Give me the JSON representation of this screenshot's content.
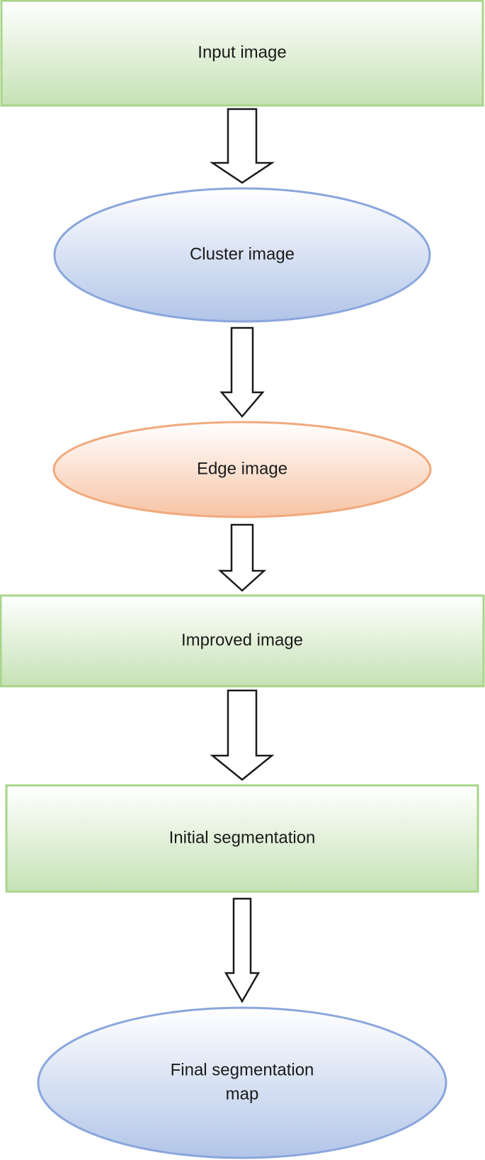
{
  "colors": {
    "green_fill_top": "#ffffff",
    "green_fill_bottom": "#c6e2b5",
    "green_stroke": "#a8d58a",
    "blue_fill_top": "#ffffff",
    "blue_fill_bottom": "#b2c5e8",
    "blue_stroke": "#8aa6dc",
    "orange_fill_top": "#ffffff",
    "orange_fill_bottom": "#f7c4a5",
    "orange_stroke": "#f1a97d",
    "arrow_stroke": "#1a1a1a",
    "arrow_fill": "#ffffff"
  },
  "nodes": [
    {
      "id": "input-image",
      "shape": "rect",
      "color": "green",
      "lines": [
        "Input image"
      ]
    },
    {
      "id": "cluster-image",
      "shape": "ellipse",
      "color": "blue",
      "lines": [
        "Cluster image"
      ]
    },
    {
      "id": "edge-image",
      "shape": "ellipse",
      "color": "orange",
      "lines": [
        "Edge image"
      ]
    },
    {
      "id": "improved-image",
      "shape": "rect",
      "color": "green",
      "lines": [
        "Improved image"
      ]
    },
    {
      "id": "initial-segmentation",
      "shape": "rect",
      "color": "green",
      "lines": [
        "Initial segmentation"
      ]
    },
    {
      "id": "final-segmentation-map",
      "shape": "ellipse",
      "color": "blue",
      "lines": [
        "Final segmentation",
        "map"
      ]
    }
  ],
  "edges": [
    {
      "from": "input-image",
      "to": "cluster-image"
    },
    {
      "from": "cluster-image",
      "to": "edge-image"
    },
    {
      "from": "edge-image",
      "to": "improved-image"
    },
    {
      "from": "improved-image",
      "to": "initial-segmentation"
    },
    {
      "from": "initial-segmentation",
      "to": "final-segmentation-map"
    }
  ]
}
